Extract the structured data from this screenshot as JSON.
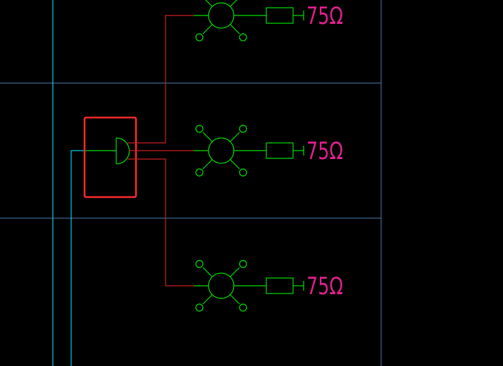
{
  "colors": {
    "background": "#000000",
    "grid": "#4a7fb5",
    "riser": "#00cfe8",
    "feeder": "#cc1f1f",
    "device": "#00e000",
    "highlight": "#ff2a2a",
    "label": "#e0208f"
  },
  "terminations": [
    {
      "label": "75Ω",
      "icon": "resistor-icon"
    },
    {
      "label": "75Ω",
      "icon": "resistor-icon"
    },
    {
      "label": "75Ω",
      "icon": "resistor-icon"
    }
  ],
  "taps": [
    {
      "icon": "tap-outlet-icon"
    },
    {
      "icon": "tap-outlet-icon"
    },
    {
      "icon": "tap-outlet-icon"
    }
  ],
  "splitter": {
    "icon": "splitter-icon"
  }
}
